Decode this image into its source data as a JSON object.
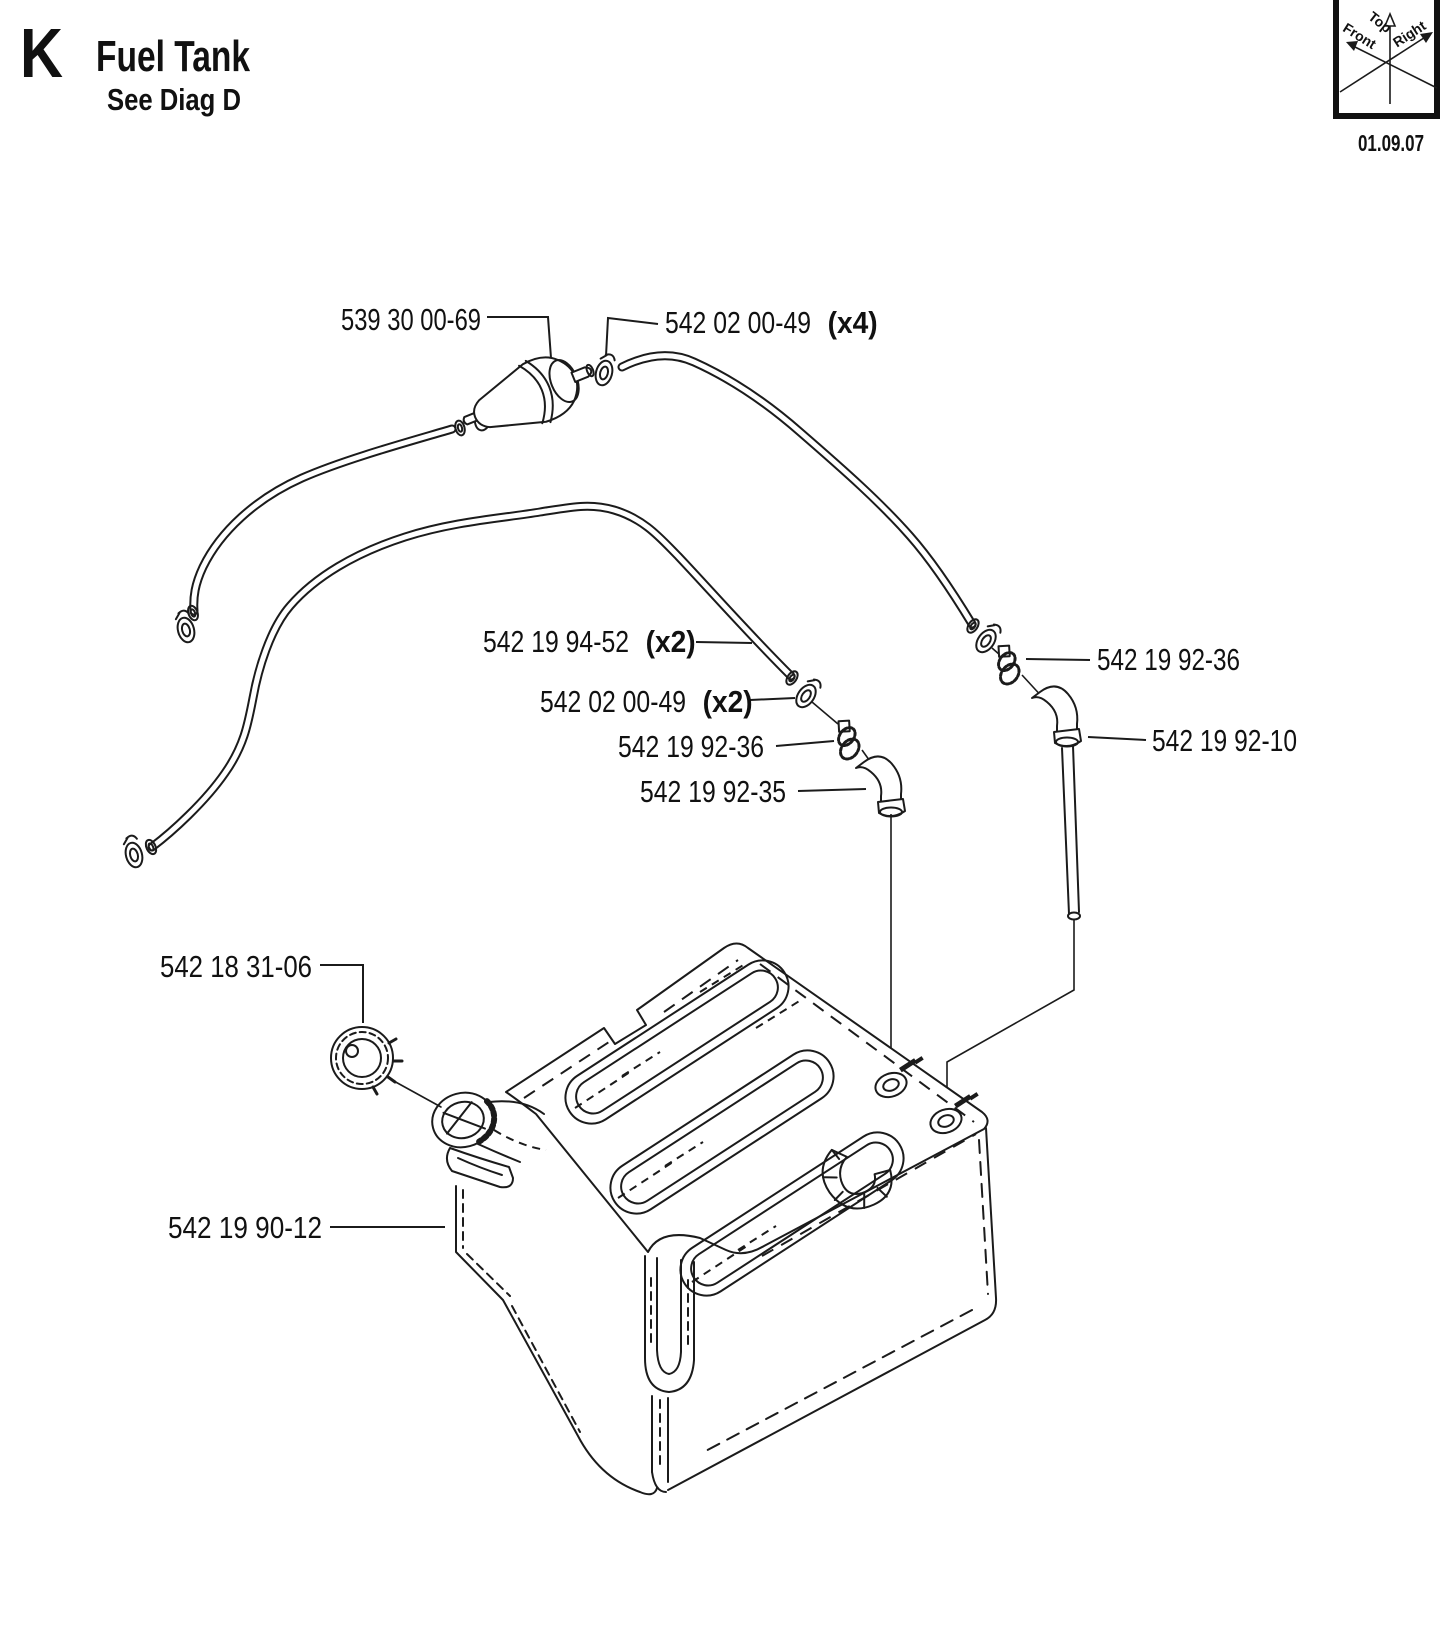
{
  "header": {
    "section_letter": "K",
    "title": "Fuel Tank",
    "subtitle": "See Diag D"
  },
  "orientation_cube": {
    "axis_top": "Top",
    "axis_front": "Front",
    "axis_right": "Right",
    "date": "01.09.07"
  },
  "part_labels": {
    "fuel_filter": {
      "number": "539 30 00-69",
      "count": ""
    },
    "clamp_x4": {
      "number": "542 02 00-49",
      "count": "(x4)"
    },
    "hose_x2": {
      "number": "542 19 94-52",
      "count": "(x2)"
    },
    "clamp_x2": {
      "number": "542 02 00-49",
      "count": "(x2)"
    },
    "connector_left": {
      "number": "542 19 92-36",
      "count": ""
    },
    "elbow_left": {
      "number": "542 19 92-35",
      "count": ""
    },
    "connector_right": {
      "number": "542 19 92-36",
      "count": ""
    },
    "elbow_right": {
      "number": "542 19 92-10",
      "count": ""
    },
    "fuel_cap": {
      "number": "542 18 31-06",
      "count": ""
    },
    "fuel_tank": {
      "number": "542 19 90-12",
      "count": ""
    }
  }
}
